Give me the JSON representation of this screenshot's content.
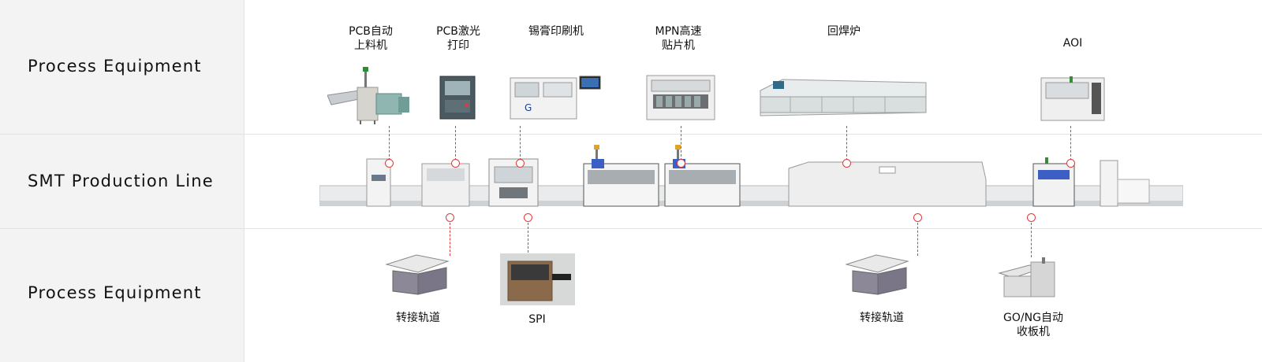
{
  "rows": {
    "top_label": "Process Equipment",
    "middle_label": "SMT Production Line",
    "bottom_label": "Process Equipment"
  },
  "top_equipment": [
    {
      "line1": "PCB自动",
      "line2": "上料机"
    },
    {
      "line1": "PCB激光",
      "line2": "打印"
    },
    {
      "line1": "锡膏印刷机",
      "line2": ""
    },
    {
      "line1": "MPN高速",
      "line2": "贴片机"
    },
    {
      "line1": "回焊炉",
      "line2": ""
    },
    {
      "line1": "AOI",
      "line2": ""
    }
  ],
  "bottom_equipment": [
    {
      "line1": "转接轨道",
      "line2": ""
    },
    {
      "line1": "SPI",
      "line2": ""
    },
    {
      "line1": "转接轨道",
      "line2": ""
    },
    {
      "line1": "GO/NG自动",
      "line2": "收板机"
    }
  ],
  "colors": {
    "connector": "#e23b3b",
    "label_panel": "#f3f3f3",
    "divider": "#e3e3e3"
  }
}
